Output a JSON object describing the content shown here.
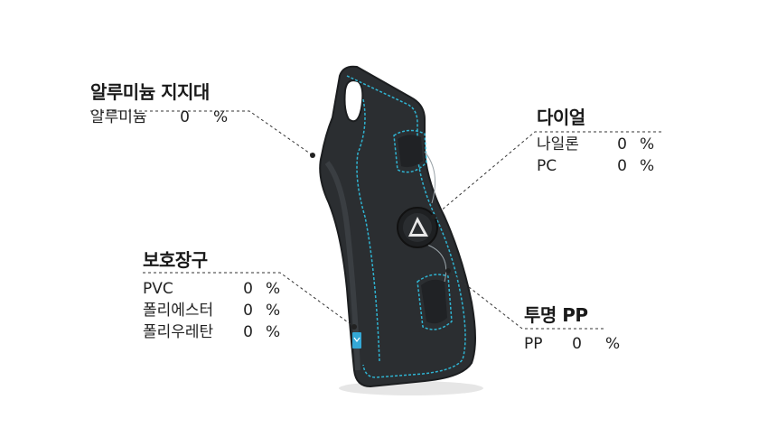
{
  "callouts": {
    "aluminum_frame": {
      "title": "알루미늄 지지대",
      "rows": [
        {
          "material": "알루미늄",
          "value": "0",
          "unit": "%"
        }
      ]
    },
    "dial": {
      "title": "다이얼",
      "rows": [
        {
          "material": "나일론",
          "value": "0",
          "unit": "%"
        },
        {
          "material": "PC",
          "value": "0",
          "unit": "%"
        }
      ]
    },
    "protector": {
      "title": "보호장구",
      "rows": [
        {
          "material": "PVC",
          "value": "0",
          "unit": "%"
        },
        {
          "material": "폴리에스터",
          "value": "0",
          "unit": "%"
        },
        {
          "material": "폴리우레탄",
          "value": "0",
          "unit": "%"
        }
      ]
    },
    "transparent_pp": {
      "title": "투명 PP",
      "rows": [
        {
          "material": "PP",
          "value": "0",
          "unit": "%"
        }
      ]
    }
  },
  "colors": {
    "brace_body": "#2b2e31",
    "brace_edge": "#3a3e42",
    "stitch": "#2fb4d2",
    "leader_line": "#333333",
    "text": "#1a1a1a"
  },
  "icons": {
    "brace": "wrist-brace-illustration",
    "dial": "boa-dial-icon",
    "tag": "brand-tag-icon"
  }
}
